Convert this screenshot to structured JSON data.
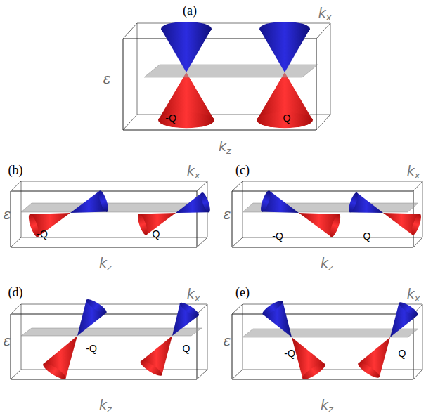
{
  "diagram": {
    "labels": [
      "(a)",
      "kx",
      "ε",
      "-Q",
      "Q",
      "kz",
      "(b)",
      "kx",
      "ε",
      "-Q",
      "Q",
      "kz",
      "(c)",
      "kx",
      "ε",
      "-Q",
      "Q",
      "kz",
      "(d)",
      "kx",
      "ε",
      "-Q",
      "Q",
      "kz",
      "(e)",
      "kx",
      "ε",
      "-Q",
      "Q",
      "kz"
    ]
  }
}
